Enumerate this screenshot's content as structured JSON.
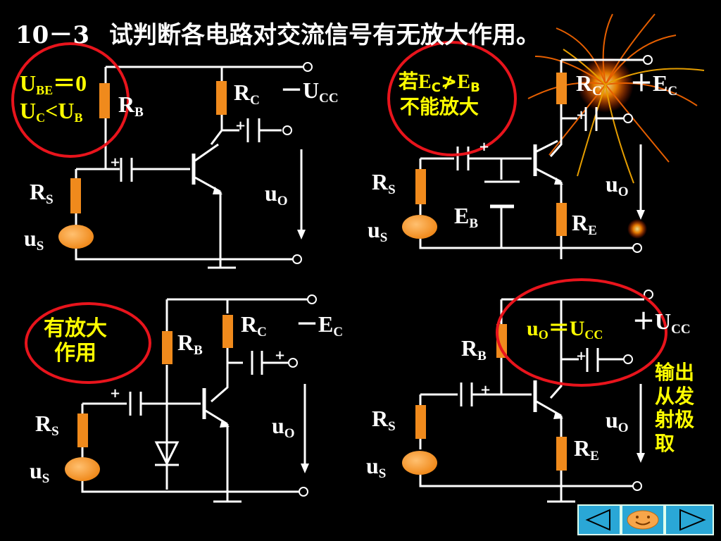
{
  "title": {
    "number": "10－3",
    "text": "试判断各电路对交流信号有无放大作用。"
  },
  "circuit1": {
    "supply": {
      "prefix": "－U",
      "sub": "CC"
    },
    "rb": {
      "main": "R",
      "sub": "B"
    },
    "rc": {
      "main": "R",
      "sub": "C"
    },
    "rs": {
      "main": "R",
      "sub": "S"
    },
    "us": {
      "main": "u",
      "sub": "S"
    },
    "uo": {
      "main": "u",
      "sub": "O"
    },
    "note": {
      "line1_main": "U",
      "line1_sub": "BE",
      "line1_rest": "＝0",
      "line2_a": "U",
      "line2_a_sub": "C",
      "line2_op": "<",
      "line2_b": "U",
      "line2_b_sub": "B"
    }
  },
  "circuit2": {
    "supply": {
      "prefix": "＋E",
      "sub": "C"
    },
    "rc": {
      "main": "R",
      "sub": "C"
    },
    "rs": {
      "main": "R",
      "sub": "S"
    },
    "us": {
      "main": "u",
      "sub": "S"
    },
    "uo": {
      "main": "u",
      "sub": "O"
    },
    "eb": {
      "main": "E",
      "sub": "B"
    },
    "re": {
      "main": "R",
      "sub": "E"
    },
    "note": {
      "line1_pre": "若",
      "line1_a": "E",
      "line1_a_sub": "C",
      "line1_op": "≯",
      "line1_b": "E",
      "line1_b_sub": "B",
      "line2": "不能放大"
    }
  },
  "circuit3": {
    "supply": {
      "prefix": "－E",
      "sub": "C"
    },
    "rb": {
      "main": "R",
      "sub": "B"
    },
    "rc": {
      "main": "R",
      "sub": "C"
    },
    "rs": {
      "main": "R",
      "sub": "S"
    },
    "us": {
      "main": "u",
      "sub": "S"
    },
    "uo": {
      "main": "u",
      "sub": "O"
    },
    "note": {
      "line1": "有放大",
      "line2": "作用"
    }
  },
  "circuit4": {
    "supply": {
      "prefix": "＋U",
      "sub": "CC"
    },
    "rb": {
      "main": "R",
      "sub": "B"
    },
    "rs": {
      "main": "R",
      "sub": "S"
    },
    "us": {
      "main": "u",
      "sub": "S"
    },
    "uo": {
      "main": "u",
      "sub": "O"
    },
    "re": {
      "main": "R",
      "sub": "E"
    },
    "note": {
      "a": "u",
      "a_sub": "O",
      "eq": "＝U",
      "b_sub": "CC"
    },
    "side_note": [
      "输出",
      "从发",
      "射极",
      "取"
    ]
  },
  "plus_sign": "+",
  "colors": {
    "background": "#000000",
    "wire": "#ffffff",
    "resistor": "#f08a1c",
    "highlight": "#e8141c",
    "note": "#ffff00",
    "nav": "#2aa7d6"
  },
  "nav": {
    "icons": [
      "prev-arrow-icon",
      "smiley-home-icon",
      "next-arrow-icon"
    ]
  }
}
